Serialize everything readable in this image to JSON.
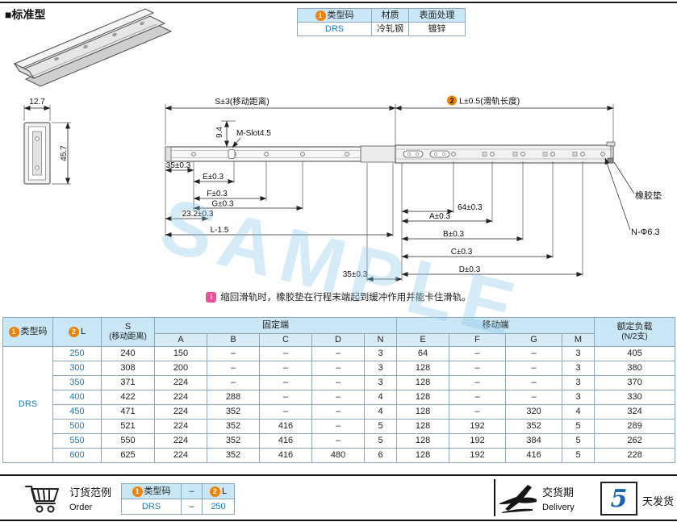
{
  "page": {
    "title": "■标准型",
    "watermark": "SAMPLE"
  },
  "colors": {
    "accent_orange": "#f08200",
    "link_blue": "#1a7abf",
    "header_blue": "#c9e7f6",
    "note_pink": "#e85298"
  },
  "spec_table": {
    "headers": {
      "type_code_badge": "1",
      "type_code": "类型码",
      "material": "材质",
      "surface": "表面处理"
    },
    "values": {
      "type_code": "DRS",
      "material": "冷轧钢",
      "surface": "镀锌"
    }
  },
  "drawing": {
    "section": {
      "width": "12.7",
      "height": "45.7"
    },
    "dims": {
      "s": "S±3(移动距离)",
      "l_badge": "2",
      "l": "L±0.5(滑轨长度)",
      "slot_offset": "9.4",
      "m_slot": "M-Slot4.5",
      "left_35": "35±0.3",
      "e": "E±0.3",
      "f": "F±0.3",
      "g": "G±0.3",
      "d232": "23.2±0.3",
      "l_minus": "L-1.5",
      "d64": "64±0.3",
      "a": "A±0.3",
      "b": "B±0.3",
      "c": "C±0.3",
      "d": "D±0.3",
      "right_35": "35±0.3",
      "rubber_pad": "橡胶垫",
      "n_hole": "N-Φ6.3"
    },
    "note_badge": "!",
    "note": "缩回滑轨时，橡胶垫在行程末端起到缓冲作用并能卡住滑轨。"
  },
  "main_table": {
    "header": {
      "type_code_badge": "1",
      "type_code": "类型码",
      "l_badge": "2",
      "l": "L",
      "s_line1": "S",
      "s_line2": "(移动距离)",
      "fixed_end": "固定端",
      "moving_end": "移动端",
      "load_line1": "额定负载",
      "load_line2": "(N/2支)",
      "col_a": "A",
      "col_b": "B",
      "col_c": "C",
      "col_d": "D",
      "col_n": "N",
      "col_e": "E",
      "col_f": "F",
      "col_g": "G",
      "col_m": "M"
    },
    "type_code_value": "DRS",
    "rows": [
      {
        "l": "250",
        "s": "240",
        "a": "150",
        "b": "–",
        "c": "–",
        "d": "–",
        "n": "3",
        "e": "64",
        "f": "–",
        "g": "–",
        "m": "3",
        "load": "405"
      },
      {
        "l": "300",
        "s": "308",
        "a": "200",
        "b": "–",
        "c": "–",
        "d": "–",
        "n": "3",
        "e": "128",
        "f": "–",
        "g": "–",
        "m": "3",
        "load": "380"
      },
      {
        "l": "350",
        "s": "371",
        "a": "224",
        "b": "–",
        "c": "–",
        "d": "–",
        "n": "3",
        "e": "128",
        "f": "–",
        "g": "–",
        "m": "3",
        "load": "370"
      },
      {
        "l": "400",
        "s": "422",
        "a": "224",
        "b": "288",
        "c": "–",
        "d": "–",
        "n": "4",
        "e": "128",
        "f": "–",
        "g": "–",
        "m": "3",
        "load": "330"
      },
      {
        "l": "450",
        "s": "471",
        "a": "224",
        "b": "352",
        "c": "–",
        "d": "–",
        "n": "4",
        "e": "128",
        "f": "–",
        "g": "320",
        "m": "4",
        "load": "324"
      },
      {
        "l": "500",
        "s": "521",
        "a": "224",
        "b": "352",
        "c": "416",
        "d": "–",
        "n": "5",
        "e": "128",
        "f": "192",
        "g": "352",
        "m": "5",
        "load": "289"
      },
      {
        "l": "550",
        "s": "550",
        "a": "224",
        "b": "352",
        "c": "416",
        "d": "–",
        "n": "5",
        "e": "128",
        "f": "192",
        "g": "384",
        "m": "5",
        "load": "262"
      },
      {
        "l": "600",
        "s": "625",
        "a": "224",
        "b": "352",
        "c": "416",
        "d": "480",
        "n": "6",
        "e": "128",
        "f": "192",
        "g": "416",
        "m": "5",
        "load": "228"
      }
    ]
  },
  "footer": {
    "order_label_cn": "订货范例",
    "order_label_en": "Order",
    "order_table": {
      "type_code_badge": "1",
      "type_code": "类型码",
      "dash": "–",
      "l_badge": "2",
      "l": "L",
      "value_type": "DRS",
      "value_dash": "–",
      "value_l": "250"
    },
    "delivery_label_cn": "交货期",
    "delivery_label_en": "Delivery",
    "delivery_days": "5",
    "delivery_unit": "天发货"
  }
}
